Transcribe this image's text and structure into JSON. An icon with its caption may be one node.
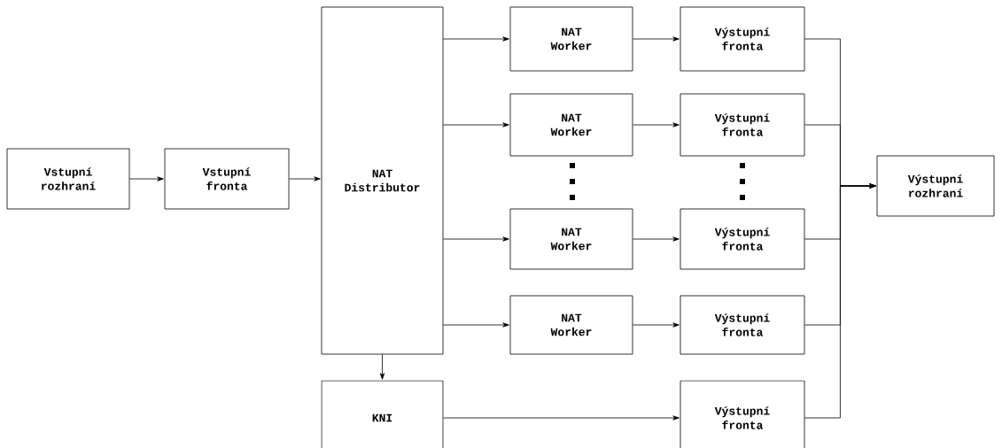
{
  "diagram": {
    "nodes": [
      {
        "text": [
          "Vstupní rozhraní"
        ]
      },
      {
        "text": [
          "Vstupní fronta"
        ]
      },
      {
        "text": [
          "NAT Distributor"
        ]
      },
      {
        "text": [
          "NAT Worker"
        ]
      },
      {
        "text": [
          "Výstupní fronta"
        ]
      },
      {
        "text": [
          "NAT Worker"
        ]
      },
      {
        "text": [
          "Výstupní fronta"
        ]
      },
      {
        "text": [
          "NAT Worker"
        ]
      },
      {
        "text": [
          "Výstupní fronta"
        ]
      },
      {
        "text": [
          "NAT Worker"
        ]
      },
      {
        "text": [
          "Výstupní fronta"
        ]
      },
      {
        "text": [
          "KNI"
        ]
      },
      {
        "text": [
          "Výstupní fronta"
        ]
      },
      {
        "text": [
          "Výstupní rozhraní"
        ]
      }
    ],
    "edges": [
      {
        "from": 0,
        "to": 1,
        "arrow": "to"
      },
      {
        "from": 1,
        "to": 2,
        "arrow": "to"
      },
      {
        "from": 2,
        "to": 3,
        "arrow": "to"
      },
      {
        "from": 2,
        "to": 5,
        "arrow": "to"
      },
      {
        "from": 2,
        "to": 7,
        "arrow": "to"
      },
      {
        "from": 2,
        "to": 9,
        "arrow": "to"
      },
      {
        "from": 3,
        "to": 4,
        "arrow": "to"
      },
      {
        "from": 5,
        "to": 6,
        "arrow": "to"
      },
      {
        "from": 7,
        "to": 8,
        "arrow": "to"
      },
      {
        "from": 9,
        "to": 10,
        "arrow": "to"
      },
      {
        "from": 2,
        "to": 11,
        "arrow": "to"
      },
      {
        "from": 11,
        "to": 12,
        "arrow": "to"
      },
      {
        "from": 4,
        "to": 13,
        "arrow": "to"
      },
      {
        "from": 6,
        "to": 13,
        "arrow": "to"
      },
      {
        "from": 8,
        "to": 13,
        "arrow": "to"
      },
      {
        "from": 10,
        "to": 13,
        "arrow": "to"
      },
      {
        "from": 12,
        "to": 13,
        "arrow": "to"
      }
    ]
  }
}
